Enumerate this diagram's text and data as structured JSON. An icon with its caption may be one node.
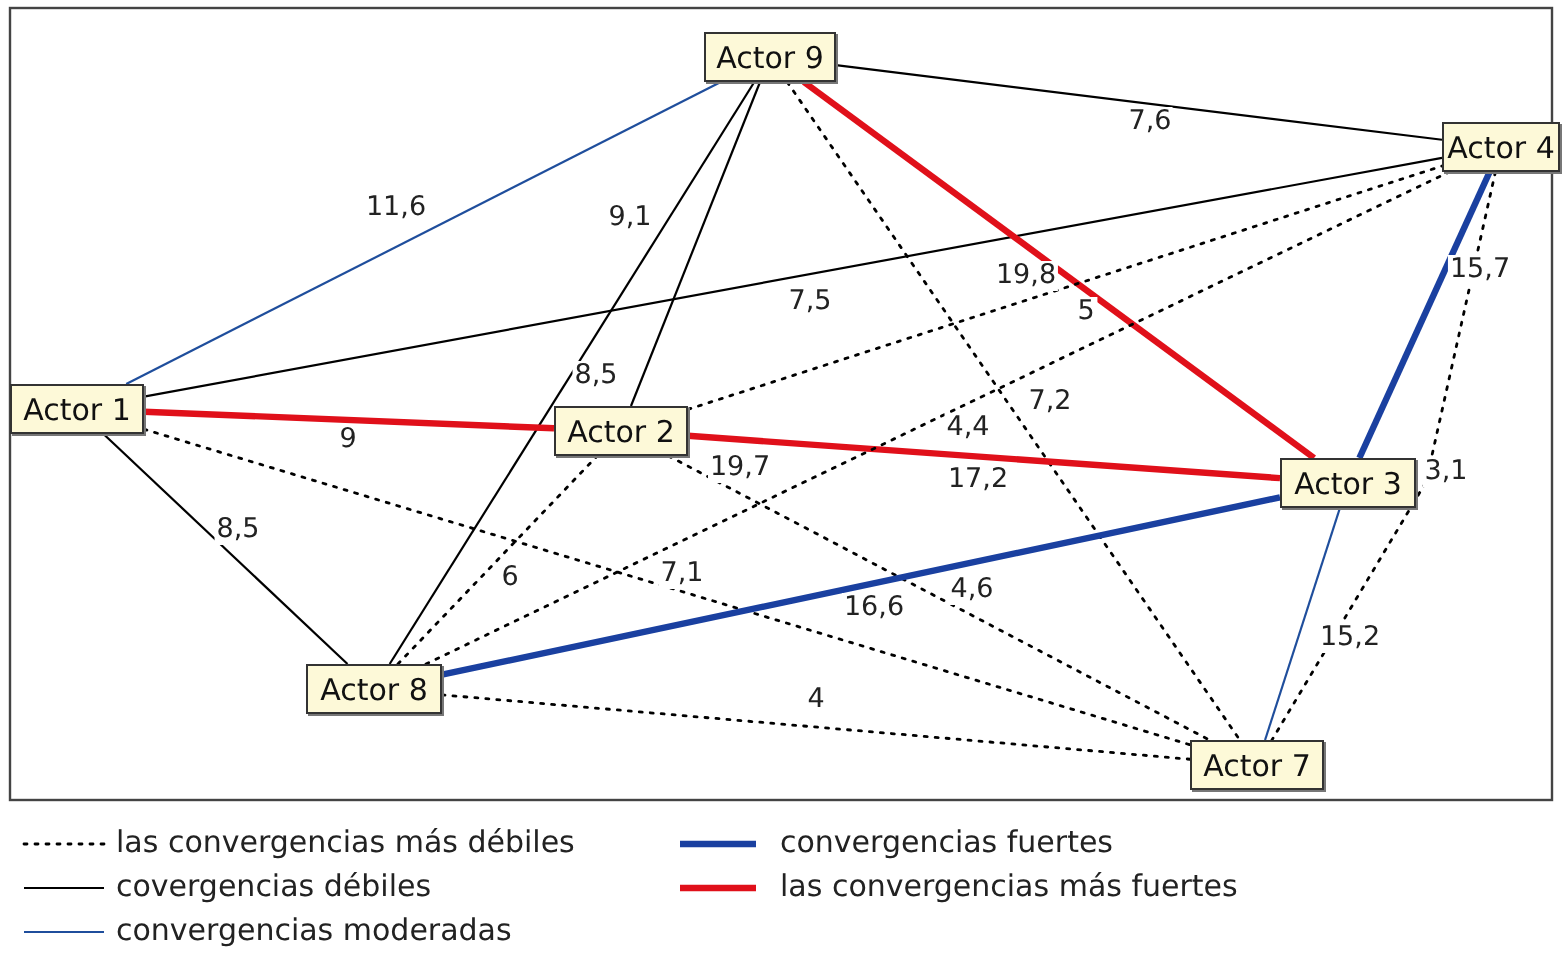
{
  "diagram": {
    "nodes": [
      {
        "text": [
          "Actor 9"
        ]
      },
      {
        "text": [
          "Actor 4"
        ]
      },
      {
        "text": [
          "Actor 1"
        ]
      },
      {
        "text": [
          "Actor 2"
        ]
      },
      {
        "text": [
          "Actor 3"
        ]
      },
      {
        "text": [
          "Actor 8"
        ]
      },
      {
        "text": [
          "Actor 7"
        ]
      }
    ],
    "edges": [
      {
        "from": 2,
        "to": 0,
        "arrow": "none",
        "label": "11,6",
        "color": "#1f4e9c"
      },
      {
        "from": 0,
        "to": 1,
        "arrow": "none",
        "label": "7,6"
      },
      {
        "from": 2,
        "to": 1,
        "arrow": "none",
        "label": "7,5"
      },
      {
        "from": 0,
        "to": 5,
        "arrow": "none",
        "label": "9,1"
      },
      {
        "from": 0,
        "to": 3,
        "arrow": "none",
        "label": "8,5"
      },
      {
        "from": 0,
        "to": 4,
        "arrow": "none",
        "label": "5",
        "style": "thick",
        "color": "#e0101a"
      },
      {
        "from": 0,
        "to": 6,
        "arrow": "none",
        "label": "7,2",
        "style": "dashed"
      },
      {
        "from": 2,
        "to": 3,
        "arrow": "none",
        "label": "9",
        "style": "thick",
        "color": "#e0101a"
      },
      {
        "from": 3,
        "to": 4,
        "arrow": "none",
        "label": "17,2",
        "style": "thick",
        "color": "#e0101a"
      },
      {
        "from": 2,
        "to": 5,
        "arrow": "none",
        "label": "8,5"
      },
      {
        "from": 2,
        "to": 6,
        "arrow": "none",
        "label": "7,1",
        "style": "dashed"
      },
      {
        "from": 3,
        "to": 6,
        "arrow": "none",
        "label": "4,6",
        "style": "dashed"
      },
      {
        "from": 3,
        "to": 1,
        "arrow": "none",
        "label": "19,8",
        "style": "dashed"
      },
      {
        "from": 5,
        "to": 1,
        "arrow": "none",
        "label": "4,4",
        "style": "dashed"
      },
      {
        "from": 5,
        "to": 3,
        "arrow": "none",
        "label": "6",
        "style": "dashed"
      },
      {
        "from": 5,
        "to": 4,
        "arrow": "none",
        "label": "16,6",
        "style": "thick",
        "color": "#1a40a0"
      },
      {
        "from": 5,
        "to": 6,
        "arrow": "none",
        "label": "4",
        "style": "dashed"
      },
      {
        "from": 1,
        "to": 4,
        "arrow": "none",
        "label": "15,7",
        "style": "thick",
        "color": "#1a40a0"
      },
      {
        "from": 1,
        "to": 6,
        "arrow": "none",
        "label": "3,1",
        "style": "dashed"
      },
      {
        "from": 4,
        "to": 6,
        "arrow": "none",
        "label": "15,2",
        "color": "#1f4e9c"
      }
    ],
    "labels": [
      "19,7"
    ],
    "legend": [
      {
        "text": "las convergencias más débiles"
      },
      {
        "text": "convergencias fuertes"
      },
      {
        "text": "covergencias débiles"
      },
      {
        "text": "las convergencias más fuertes"
      },
      {
        "text": "convergencias moderadas"
      }
    ]
  }
}
